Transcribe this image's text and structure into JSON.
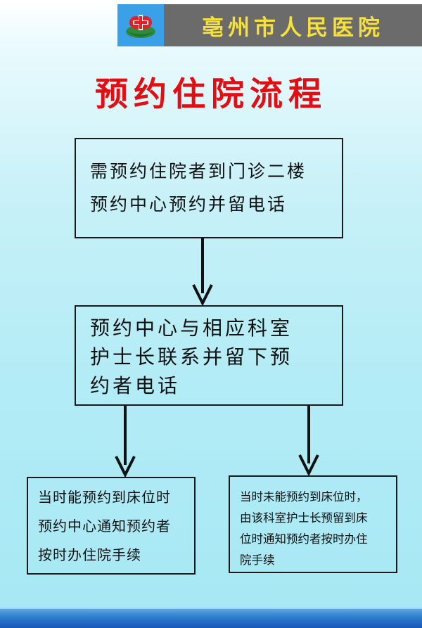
{
  "header": {
    "hospital_name": "亳州市人民医院"
  },
  "page_title": "预约住院流程",
  "steps": {
    "step1": {
      "lines": [
        "需预约住院者到门诊二楼",
        "预约中心预约并留电话"
      ]
    },
    "step2": {
      "lines": [
        "预约中心与相应科室",
        "护士长联系并留下预",
        "约者电话"
      ]
    },
    "branch_available": {
      "lines": [
        "当时能预约到床位时",
        "预约中心通知预约者",
        "按时办住院手续"
      ]
    },
    "branch_unavailable": {
      "lines": [
        "当时未能预约到床位时，",
        "由该科室护士长预留到床",
        "位时通知预约者按时办住",
        "院手续"
      ]
    }
  },
  "colors": {
    "title_red": "#e30d12",
    "header_text_yellow": "#f7e03a",
    "header_gray": "#6b6b6b",
    "logo_blue": "#3aa0e8",
    "bottom_bar_blue": "#1757b8"
  },
  "icons": {
    "logo": "hospital-logo-icon",
    "arrow": "arrow-down-icon"
  }
}
